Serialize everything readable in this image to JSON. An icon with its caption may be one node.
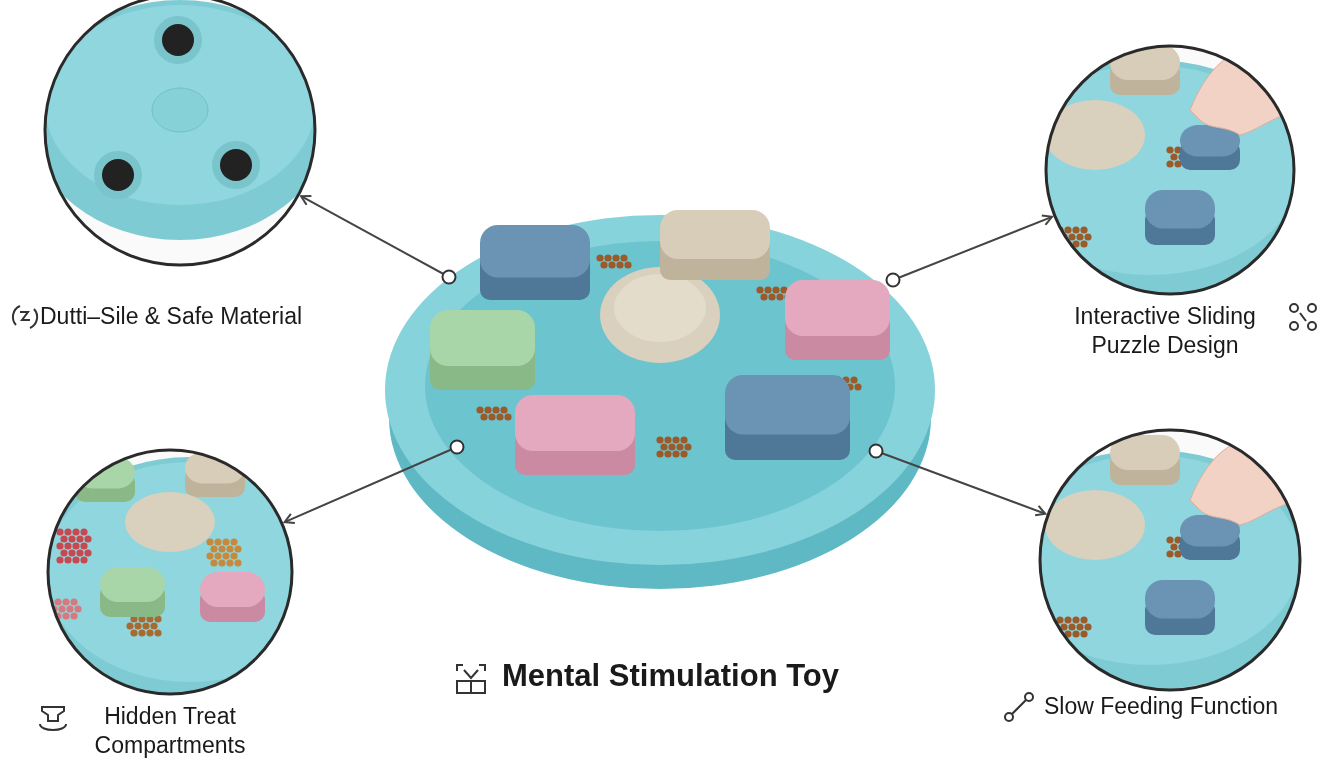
{
  "diagram": {
    "title": "Mental Stimulation Toy",
    "nodes": [
      {
        "text": [],
        "shape": "picture"
      },
      {
        "text": [],
        "shape": "picture",
        "beside": [
          "Dutti–Sile & Safe Material"
        ]
      },
      {
        "text": [],
        "shape": "picture",
        "beside": [
          "Interactive Sliding Puzzle Design"
        ]
      },
      {
        "text": [],
        "shape": "picture",
        "beside": [
          "Hidden Treat Compartments"
        ]
      },
      {
        "text": [],
        "shape": "picture",
        "beside": [
          "Slow Feeding Function"
        ]
      }
    ],
    "edges": [
      {
        "from": 0,
        "to": 1,
        "arrow": "to"
      },
      {
        "from": 0,
        "to": 2,
        "arrow": "to"
      },
      {
        "from": 0,
        "to": 3,
        "arrow": "to"
      },
      {
        "from": 0,
        "to": 4,
        "arrow": "to"
      }
    ]
  }
}
